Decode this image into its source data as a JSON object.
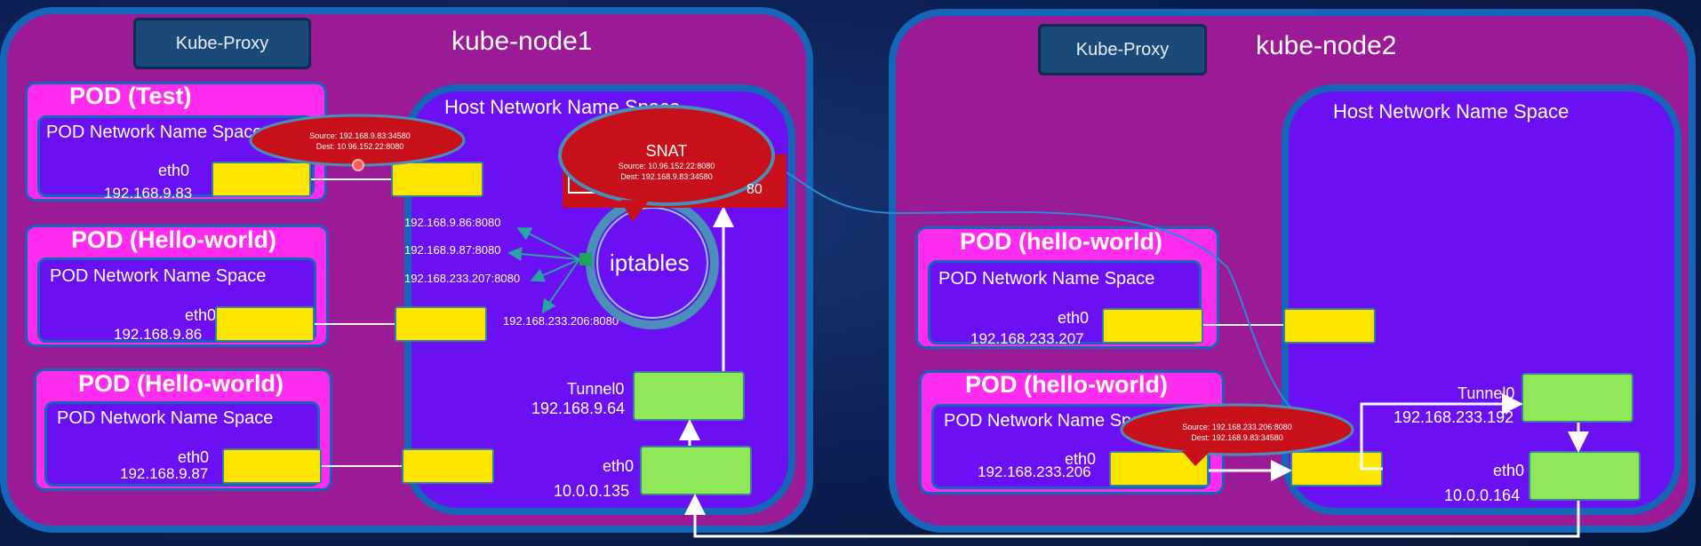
{
  "node1": {
    "title": "kube-node1",
    "proxy": "Kube-Proxy",
    "host_ns": "Host Network Name Space",
    "pods": [
      {
        "title": "POD (Test)",
        "ns": "POD Network Name Space",
        "eth": "eth0",
        "ip": "192.168.9.83"
      },
      {
        "title": "POD (Hello-world)",
        "ns": "POD Network Name Space",
        "eth": "eth0",
        "ip": "192.168.9.86"
      },
      {
        "title": "POD (Hello-world)",
        "ns": "POD Network Name Space",
        "eth": "eth0",
        "ip": "192.168.9.87"
      }
    ],
    "iptables": "iptables",
    "targets": [
      "192.168.9.86:8080",
      "192.168.9.87:8080",
      "192.168.233.207:8080",
      "192.168.233.206:8080"
    ],
    "tunnel": {
      "label": "Tunnel0",
      "ip": "192.168.9.64"
    },
    "eth": {
      "label": "eth0",
      "ip": "10.0.0.135"
    },
    "bubble": {
      "source": "Source: 192.168.9.83:34580",
      "dest": "Dest:  10.96.152.22:8080"
    },
    "snat": {
      "title": "SNAT",
      "source": "Source: 10.96.152.22:8080",
      "dest": "Dest:   192.168.9.83:34580",
      "partial": "80"
    }
  },
  "node2": {
    "title": "kube-node2",
    "proxy": "Kube-Proxy",
    "host_ns": "Host Network Name Space",
    "pods": [
      {
        "title": "POD (hello-world)",
        "ns": "POD Network Name Space",
        "eth": "eth0",
        "ip": "192.168.233.207"
      },
      {
        "title": "POD (hello-world)",
        "ns": "POD Network Name Space",
        "eth": "eth0",
        "ip": "192.168.233.206"
      }
    ],
    "tunnel": {
      "label": "Tunnel0",
      "ip": "192.168.233.192"
    },
    "eth": {
      "label": "eth0",
      "ip": "10.0.0.164"
    },
    "bubble": {
      "source": "Source: 192.168.233.206:8080",
      "dest": "Dest:   192.168.9.83:34580"
    }
  }
}
